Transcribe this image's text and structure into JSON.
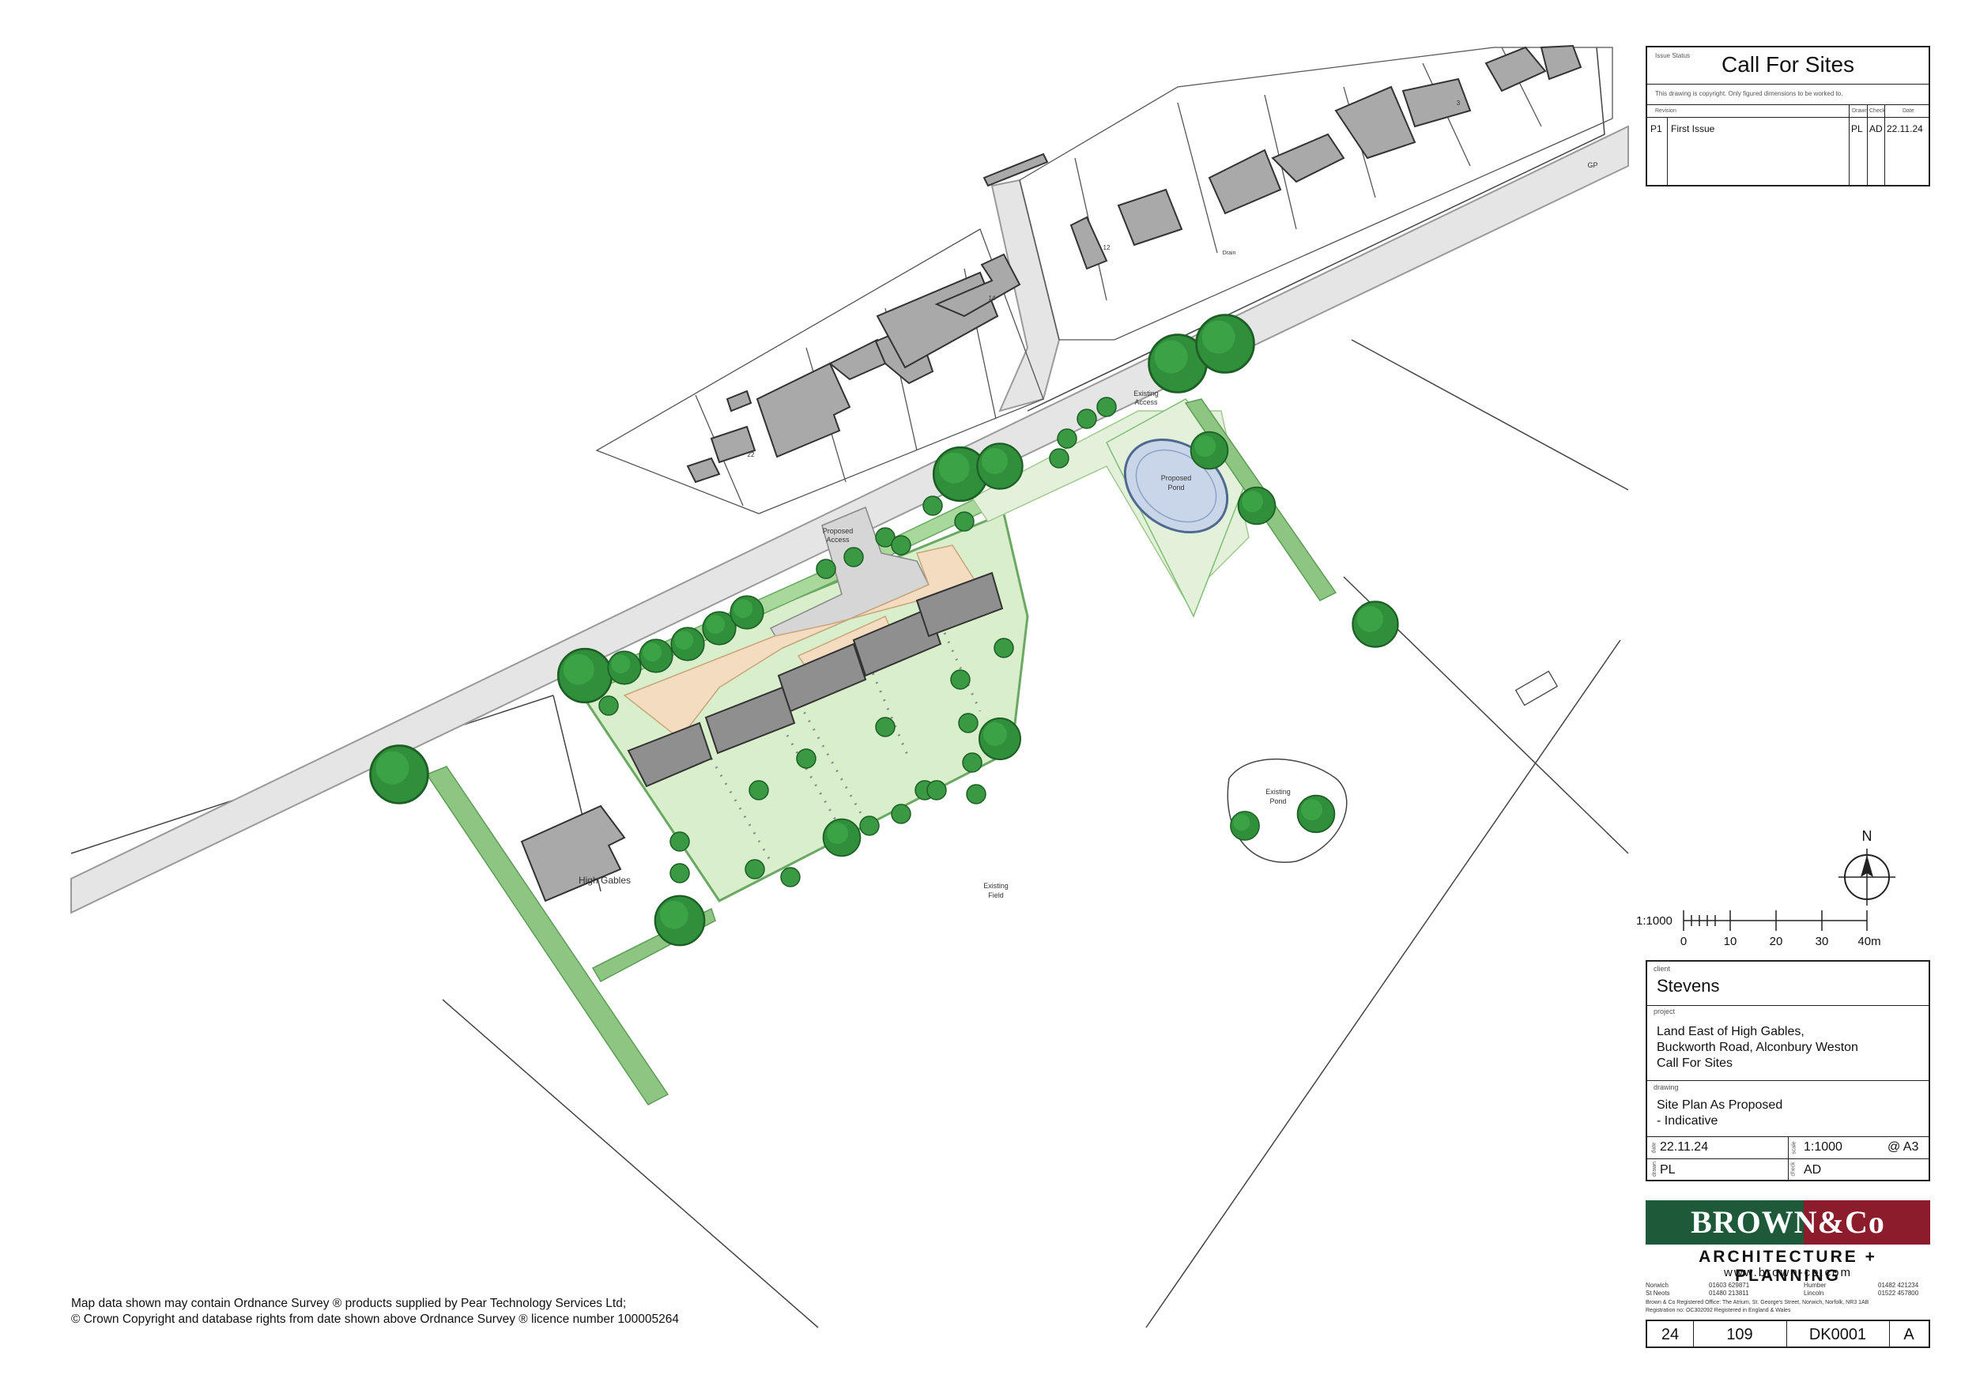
{
  "issue": {
    "status_caption": "Issue Status",
    "status": "Call For Sites",
    "copyright_note": "This drawing is copyright.  Only figured dimensions to be worked to.",
    "headers": {
      "revision": "Revision",
      "drawn": "Drawn",
      "check": "Check",
      "date": "Date"
    },
    "rows": [
      {
        "rev": "P1",
        "description": "First Issue",
        "drawn": "PL",
        "check": "AD",
        "date": "22.11.24"
      }
    ]
  },
  "map_labels": {
    "proposed_access": [
      "Proposed",
      "Access"
    ],
    "existing_access": [
      "Existing",
      "Access"
    ],
    "proposed_pond": [
      "Proposed",
      "Pond"
    ],
    "existing_pond": [
      "Existing",
      "Pond"
    ],
    "existing_field": [
      "Existing",
      "Field"
    ],
    "high_gables": "High Gables",
    "gp": "GP",
    "drain": "Drain",
    "house_22": "22",
    "house_14": "14",
    "house_12": "12",
    "house_3": "3"
  },
  "north": "N",
  "scale_bar": {
    "ratio": "1:1000",
    "ticks": [
      "0",
      "10",
      "20",
      "30",
      "40m"
    ]
  },
  "title_block": {
    "client_caption": "client",
    "client": "Stevens",
    "project_caption": "project",
    "project_lines": [
      "Land East of High Gables,",
      "Buckworth Road, Alconbury Weston",
      "Call For Sites"
    ],
    "drawing_caption": "drawing",
    "drawing_lines": [
      "Site Plan As Proposed",
      "- Indicative"
    ],
    "date_caption": "date",
    "date": "22.11.24",
    "scale_caption": "scale",
    "scale": "1:1000",
    "paper": "@ A3",
    "drawn_caption": "drawn",
    "drawn": "PL",
    "check_caption": "check",
    "check": "AD"
  },
  "company": {
    "logo": "BROWN&Co",
    "tagline": "ARCHITECTURE + PLANNING",
    "web": "www.brown-co.com",
    "offices": [
      {
        "name": "Norwich",
        "phone": "01603 629871"
      },
      {
        "name": "St Neots",
        "phone": "01480 213811"
      },
      {
        "name": "Humber",
        "phone": "01482 421234"
      },
      {
        "name": "Lincoln",
        "phone": "01522 457800"
      }
    ],
    "registered_1": "Brown & Co Registered Office: The Atrium, St. George's Street, Norwich, Norfolk, NR3 1AB",
    "registered_2": "Registration no: OC302092  Registered in England & Wales"
  },
  "drawing_number": {
    "job": "24",
    "number": "109",
    "code": "DK0001",
    "rev": "A"
  },
  "copyright": [
    "Map data shown may contain Ordnance Survey ® products supplied by Pear Technology Services Ltd;",
    "© Crown Copyright and database rights from date shown above Ordnance Survey ® licence number 100005264"
  ],
  "colors": {
    "road": "#e5e5e5",
    "grass": "#e3f1da",
    "lawn": "#d6ecc7",
    "hedge": "#7fbf75",
    "tree": "#2f8f3a",
    "building": "#a9a9a9",
    "paving": "#f3dcc0",
    "water": "#c9d6ea"
  }
}
